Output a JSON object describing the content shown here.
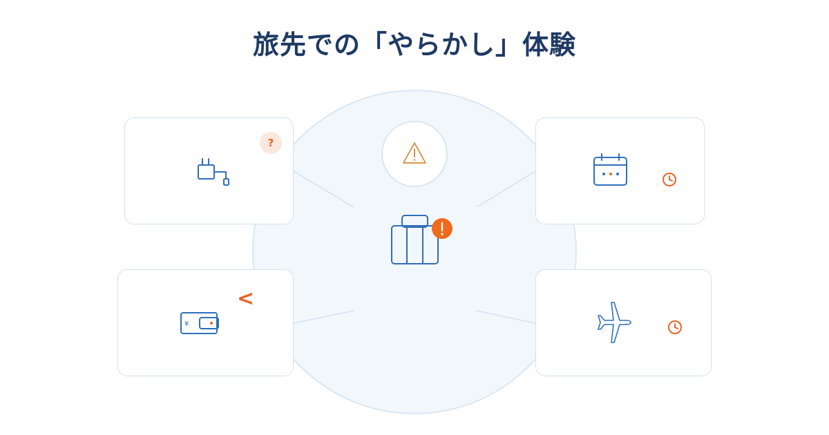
{
  "title": "旅先での「やらかし」体験",
  "colors": {
    "title": "#1f3a63",
    "icon_blue": "#2f6fba",
    "accent_orange": "#e8652a",
    "warning_orange": "#d98a3d",
    "circle_fill": "#f2f7fc",
    "border": "#cfe2f1"
  },
  "center": {
    "icon": "suitcase-icon",
    "alert_badge": "!",
    "warning_icon": "warning-triangle-icon"
  },
  "cards": [
    {
      "id": "charger",
      "icon": "power-adapter-icon",
      "badge": "?"
    },
    {
      "id": "schedule",
      "icon": "calendar-icon",
      "badge_icon": "clock-icon"
    },
    {
      "id": "money",
      "icon": "wallet-icon",
      "currency": "¥",
      "badge": "<"
    },
    {
      "id": "flight",
      "icon": "airplane-icon",
      "badge_icon": "clock-icon"
    }
  ]
}
